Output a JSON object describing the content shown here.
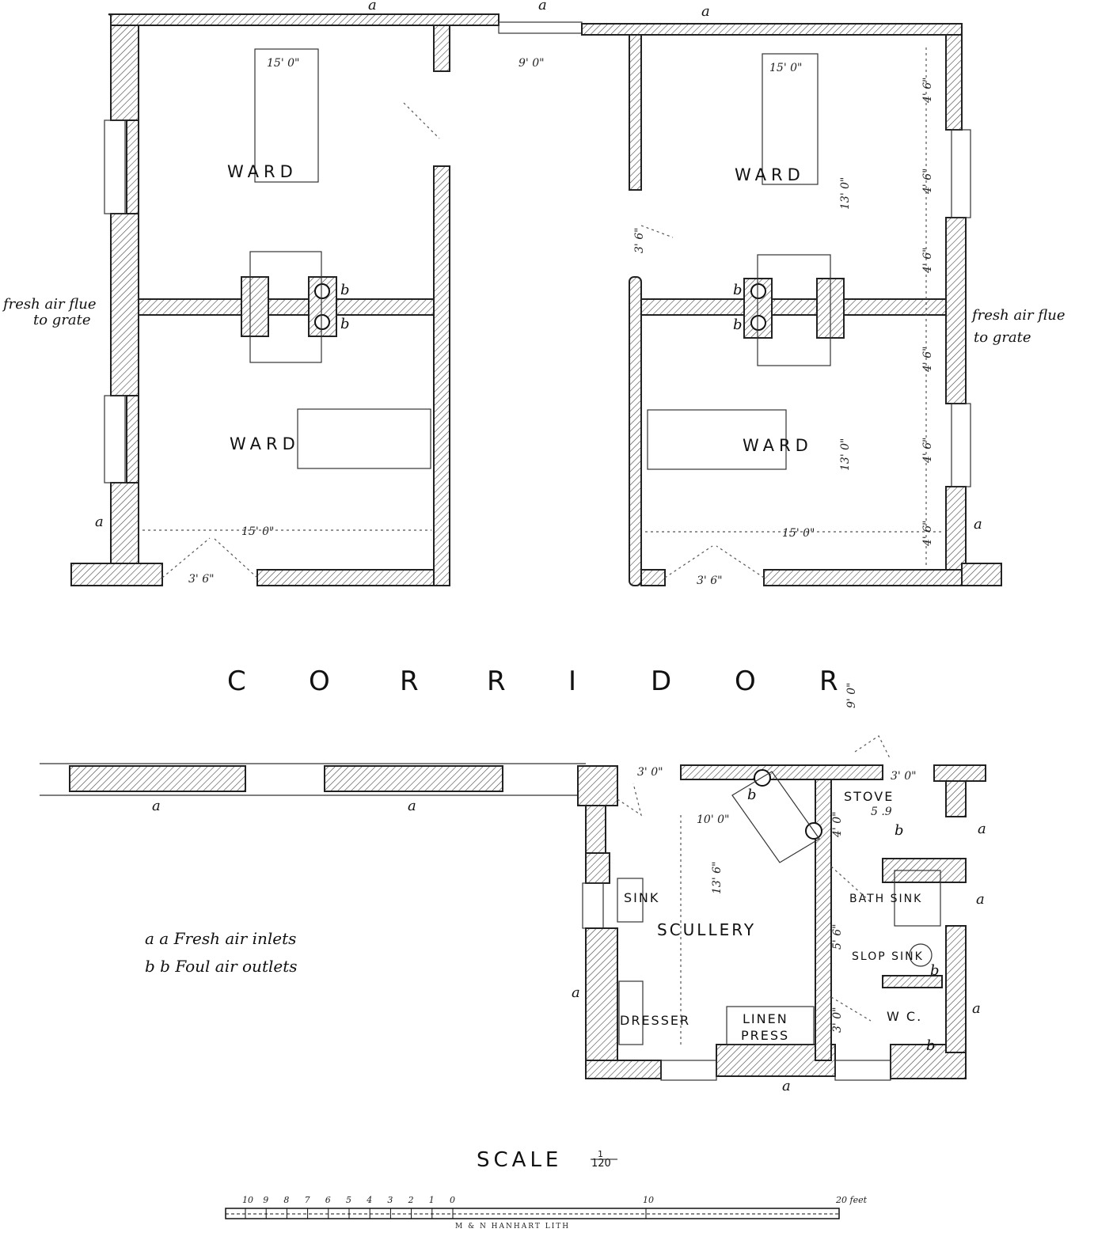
{
  "rooms": {
    "ward_tl": "WARD",
    "ward_bl": "WARD",
    "ward_tr": "WARD",
    "ward_br": "WARD",
    "corridor": [
      "C",
      "O",
      "R",
      "R",
      "I",
      "D",
      "O",
      "R"
    ],
    "scullery": "SCULLERY",
    "sink": "SINK",
    "dresser": "DRESSER",
    "linen_press": [
      "LINEN",
      "PRESS"
    ],
    "stove": "STOVE",
    "bath_sink": "BATH SINK",
    "slop_sink": "SLOP SINK",
    "wc": "W C."
  },
  "annotations": {
    "fresh_air_left": [
      "fresh air flue",
      "to grate"
    ],
    "fresh_air_right": [
      "fresh air flue",
      "to grate"
    ],
    "inlet": "a",
    "outlet": "b"
  },
  "dimensions": {
    "d15_0": "15' 0\"",
    "d9_0": "9' 0\"",
    "d3_6": "3' 6\"",
    "d13_0": "13' 0\"",
    "d4_6": "4' 6\"",
    "d3_0": "3' 0\"",
    "d9_0_corr": "9' 0\"",
    "d10_0": "10' 0\"",
    "d13_6": "13' 6\"",
    "d5_9": "5 .9",
    "d4_0": "4' 0\"",
    "d5_6": "5' 6\""
  },
  "legend": {
    "line1": "a a  Fresh air inlets",
    "line2": "b b  Foul air outlets"
  },
  "scale": {
    "title": "SCALE",
    "ratio_num": "1",
    "ratio_den": "120",
    "ticks": [
      "10",
      "9",
      "8",
      "7",
      "6",
      "5",
      "4",
      "3",
      "2",
      "1",
      "0",
      "10",
      "20 feet"
    ],
    "credit": "M & N HANHART LITH"
  }
}
